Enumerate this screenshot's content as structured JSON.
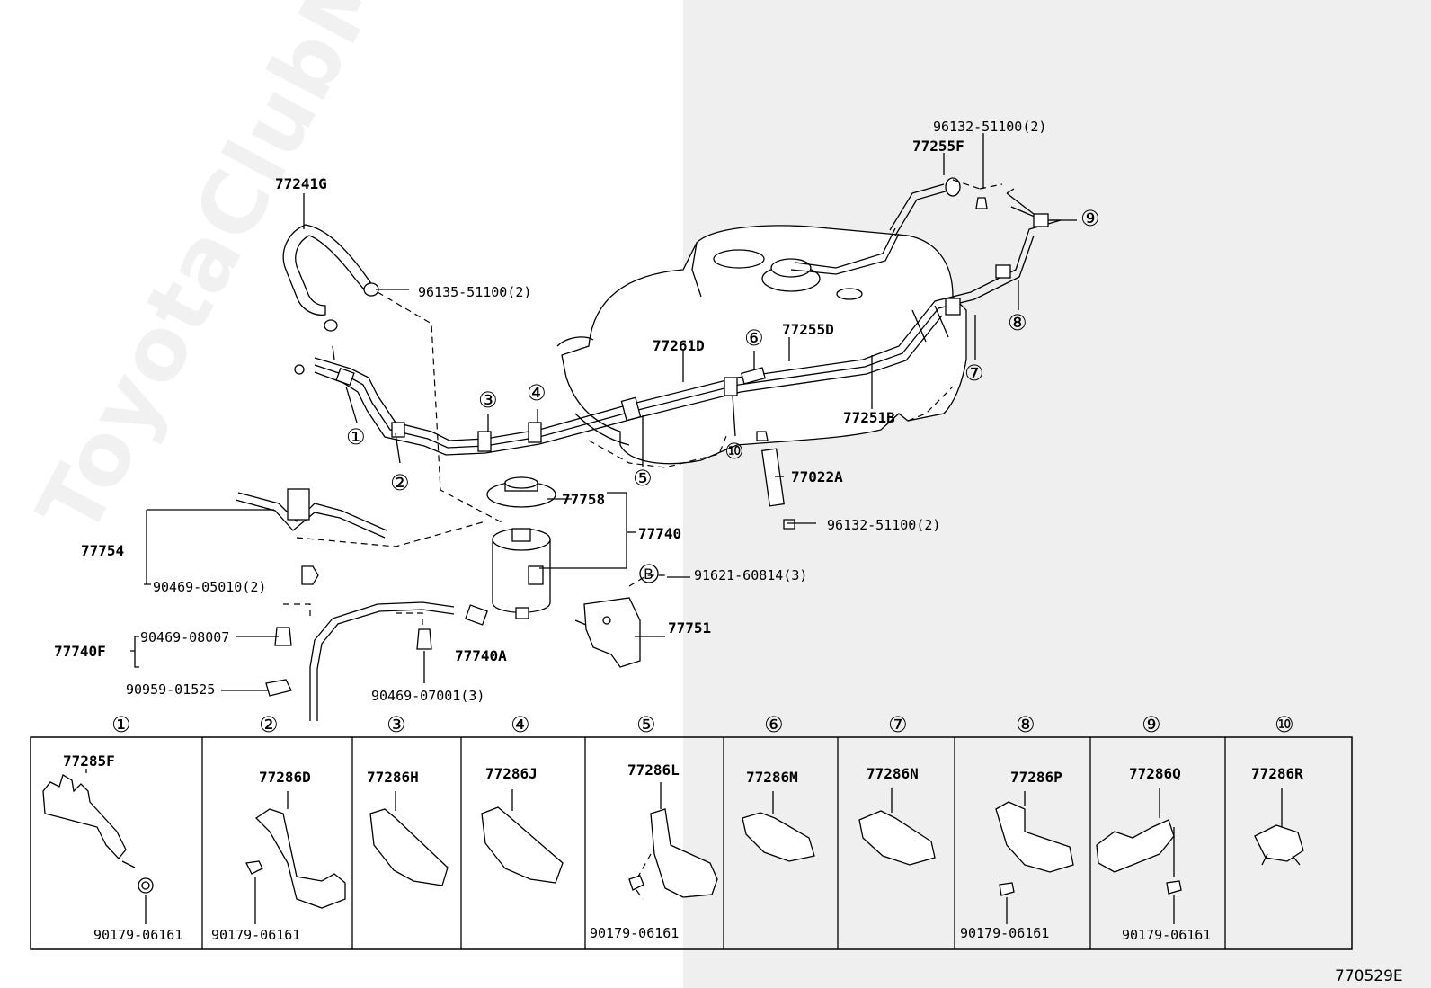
{
  "watermark": "ToyotaClubMine.ru",
  "figure_id": "770529E",
  "top_labels": {
    "p77241G": "77241G",
    "p96135": "96135-51100(2)",
    "p96132_top": "96132-51100(2)",
    "p77255F": "77255F",
    "p77261D": "77261D",
    "p77255D": "77255D",
    "p77251B": "77251B",
    "p77022A": "77022A",
    "p96132_bot": "96132-51100(2)",
    "p77758": "77758",
    "p77740": "77740",
    "p77754": "77754",
    "p90469_05010": "90469-05010(2)",
    "p91621": "91621-60814(3)",
    "p77751": "77751",
    "p77740F": "77740F",
    "p90469_08007": "90469-08007",
    "p77740A": "77740A",
    "p90959": "90959-01525",
    "p90469_07001": "90469-07001(3)",
    "circle_b": "B"
  },
  "callouts": {
    "c1": "①",
    "c2": "②",
    "c3": "③",
    "c4": "④",
    "c5": "⑤",
    "c6": "⑥",
    "c7": "⑦",
    "c8": "⑧",
    "c9": "⑨",
    "c10": "⑩"
  },
  "clamp_table": [
    {
      "num": "①",
      "part": "77285F",
      "bolt": "90179-06161"
    },
    {
      "num": "②",
      "part": "77286D",
      "bolt": "90179-06161"
    },
    {
      "num": "③",
      "part": "77286H",
      "bolt": ""
    },
    {
      "num": "④",
      "part": "77286J",
      "bolt": ""
    },
    {
      "num": "⑤",
      "part": "77286L",
      "bolt": "90179-06161"
    },
    {
      "num": "⑥",
      "part": "77286M",
      "bolt": ""
    },
    {
      "num": "⑦",
      "part": "77286N",
      "bolt": ""
    },
    {
      "num": "⑧",
      "part": "77286P",
      "bolt": "90179-06161"
    },
    {
      "num": "⑨",
      "part": "77286Q",
      "bolt": "90179-06161"
    },
    {
      "num": "⑩",
      "part": "77286R",
      "bolt": ""
    }
  ]
}
